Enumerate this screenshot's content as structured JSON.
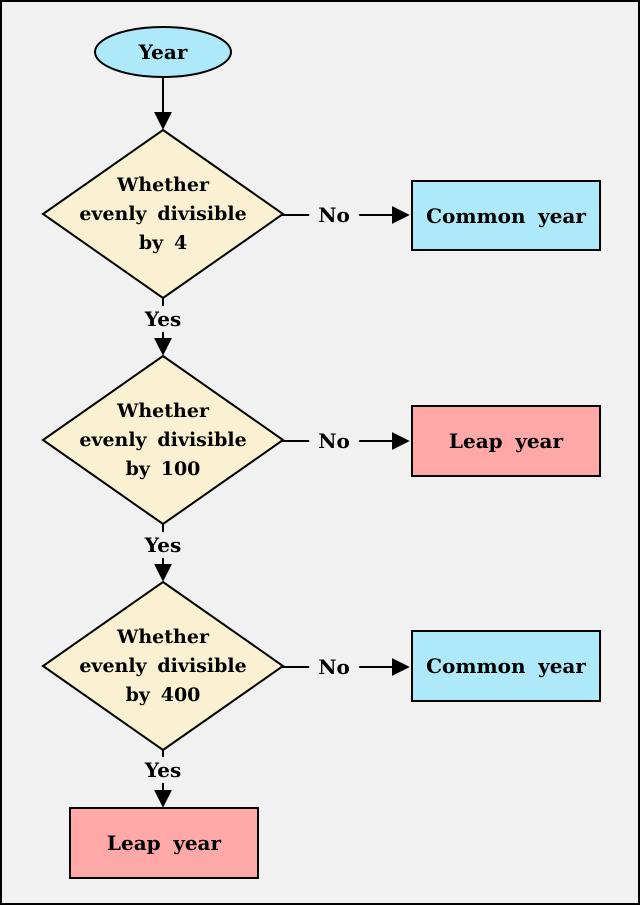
{
  "canvas": {
    "background": "#f1f1f1",
    "frame_color": "#000000"
  },
  "colors": {
    "terminator_fill": "#ade9f9",
    "decision_fill": "#faf0d2",
    "common_year_fill": "#ade9f9",
    "leap_year_fill": "#ffa8a8",
    "stroke": "#000000",
    "text": "#000000"
  },
  "flowchart": {
    "start": {
      "label": "Year"
    },
    "decisions": [
      {
        "lines": [
          "Whether",
          "evenly divisible",
          "by 4"
        ],
        "yes": "Yes",
        "no": "No"
      },
      {
        "lines": [
          "Whether",
          "evenly divisible",
          "by 100"
        ],
        "yes": "Yes",
        "no": "No"
      },
      {
        "lines": [
          "Whether",
          "evenly divisible",
          "by 400"
        ],
        "yes": "Yes",
        "no": "No"
      }
    ],
    "results": [
      {
        "label": "Common year"
      },
      {
        "label": "Leap year"
      },
      {
        "label": "Common year"
      },
      {
        "label": "Leap year"
      }
    ]
  }
}
